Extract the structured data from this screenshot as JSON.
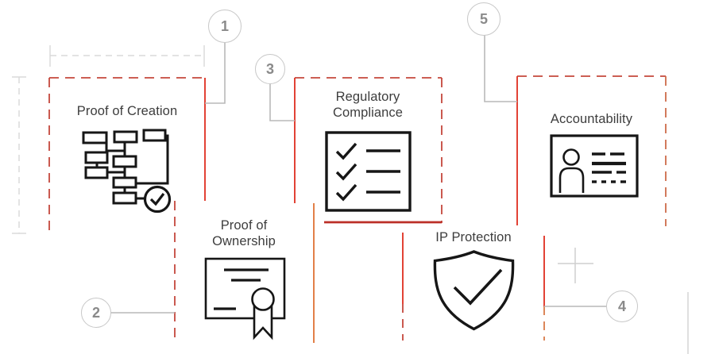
{
  "diagram": {
    "title_hint": "numbered benefits diagram",
    "items": [
      {
        "number": "1",
        "label": "Proof of Creation",
        "icon": "flowchart-check-icon"
      },
      {
        "number": "2",
        "label": "Proof of Ownership",
        "icon": "certificate-icon"
      },
      {
        "number": "3",
        "label": "Regulatory Compliance",
        "icon": "checklist-icon"
      },
      {
        "number": "4",
        "label": "IP Protection",
        "icon": "shield-check-icon"
      },
      {
        "number": "5",
        "label": "Accountability",
        "icon": "id-card-icon"
      }
    ],
    "colors": {
      "dashed_border_red": "#c5473c",
      "solid_red": "#e0392b",
      "dark_red": "#bb2f27",
      "orange": "#e0793f",
      "connector_gray": "#b9b9b9",
      "guide_gray": "#dadada",
      "circle_stroke": "#c8c8c8",
      "number_text": "#8a8a8a",
      "label_text": "#3d3d3d",
      "icon_black": "#161616"
    }
  }
}
